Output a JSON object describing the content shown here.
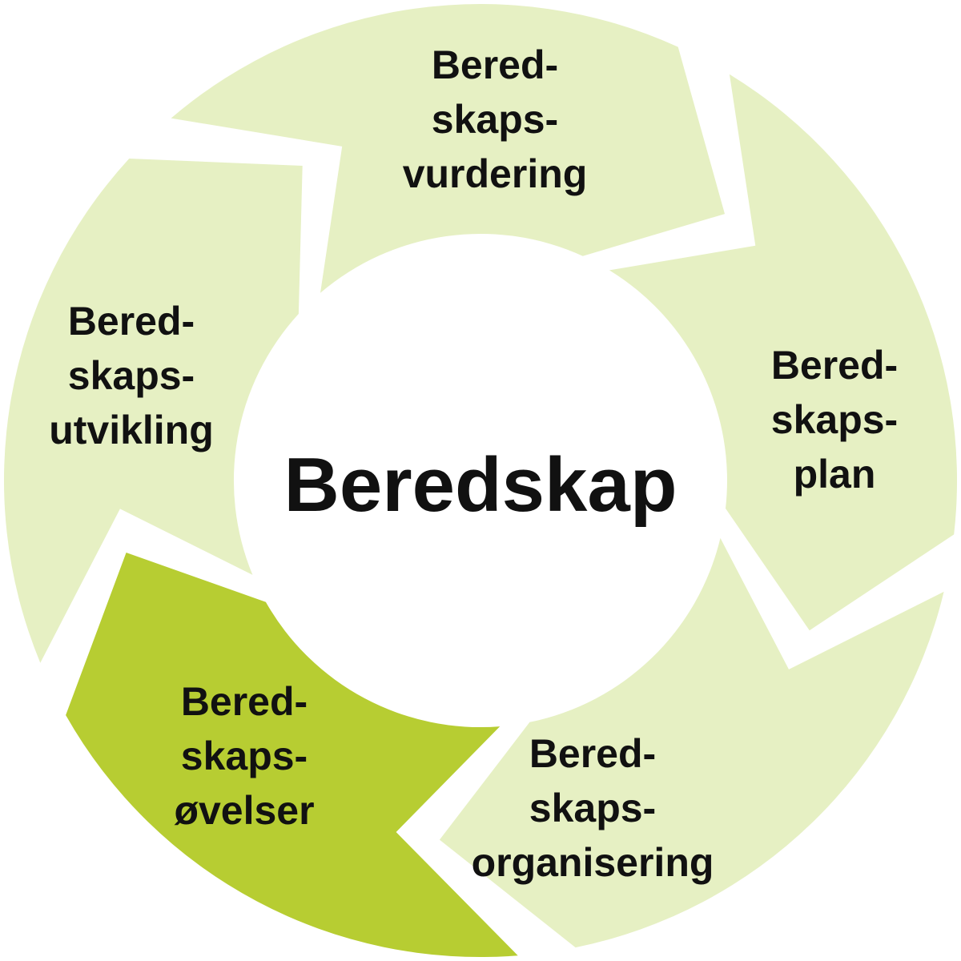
{
  "diagram": {
    "center_label": "Beredskap",
    "colors": {
      "segment_fill": "#e6f0c3",
      "highlight_fill": "#b7cd32",
      "text": "#111111",
      "background": "#ffffff"
    },
    "segments": [
      {
        "lines": [
          "Bered-",
          "skaps-",
          "vurdering"
        ],
        "highlighted": false
      },
      {
        "lines": [
          "Bered-",
          "skaps-",
          "plan"
        ],
        "highlighted": false
      },
      {
        "lines": [
          "Bered-",
          "skaps-",
          "organisering"
        ],
        "highlighted": false
      },
      {
        "lines": [
          "Bered-",
          "skaps-",
          "øvelser"
        ],
        "highlighted": true
      },
      {
        "lines": [
          "Bered-",
          "skaps-",
          "utvikling"
        ],
        "highlighted": false
      }
    ]
  }
}
